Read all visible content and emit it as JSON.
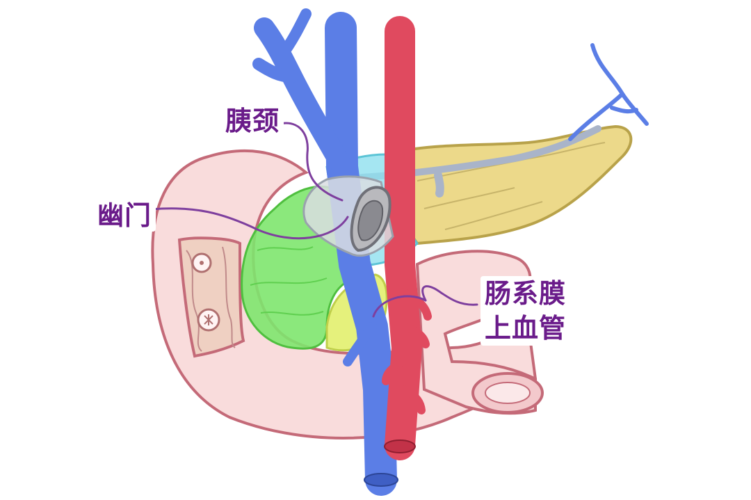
{
  "labels": {
    "pancreatic_neck": "胰颈",
    "pylorus": "幽门",
    "smv_line1": "肠系膜",
    "smv_line2": "上血管"
  },
  "colors": {
    "label_text": "#6a1b8a",
    "leader_line": "#7e3f9e",
    "duodenum_fill": "#f9dcdc",
    "duodenum_outline": "#c46a78",
    "pancreas_body_tail": "#ecd98a",
    "pancreas_head": "#7ee66e",
    "pancreas_neck": "#8fe0ef",
    "uncinate": "#e2f06e",
    "vein": "#5b7ee6",
    "artery": "#e04a5f",
    "stomach_pylorus": "#d9dde2"
  }
}
